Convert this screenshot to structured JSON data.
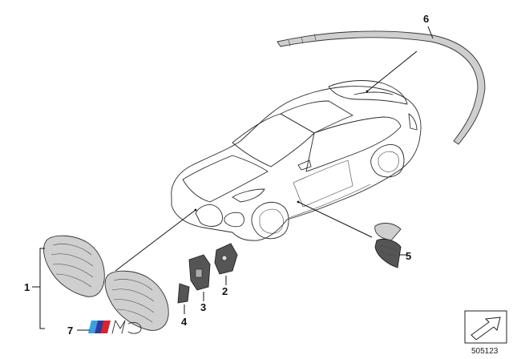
{
  "diagram": {
    "callouts": [
      {
        "id": "1",
        "label": "1"
      },
      {
        "id": "2",
        "label": "2"
      },
      {
        "id": "3",
        "label": "3"
      },
      {
        "id": "4",
        "label": "4"
      },
      {
        "id": "5",
        "label": "5"
      },
      {
        "id": "6",
        "label": "6"
      },
      {
        "id": "7",
        "label": "7"
      }
    ],
    "diagram_number": "505123",
    "colors": {
      "m_stripe_light_blue": "#3aa0e0",
      "m_stripe_dark_blue": "#2a3d9c",
      "m_stripe_red": "#e0202a",
      "line": "#2a2a2a",
      "part_gray": "#cfcfcf"
    },
    "icons": [
      "nav-arrow-icon"
    ]
  }
}
